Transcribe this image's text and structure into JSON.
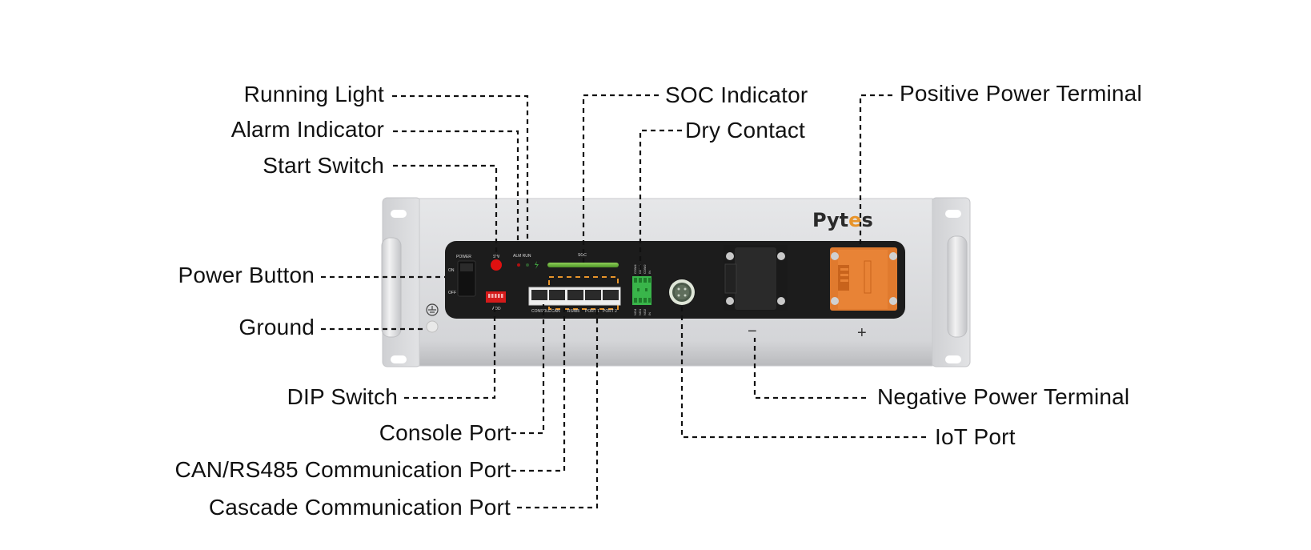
{
  "product": {
    "brand": "Pytes",
    "brand_accent_color": "#e8942a",
    "panel": {
      "power_label": "POWER",
      "power_on_label": "ON",
      "power_off_label": "OFF",
      "sw_label": "SW",
      "alm_run_label": "ALM RUN",
      "soc_label": "SOC",
      "add_label": "ADD",
      "port_labels": [
        "CONSOLE",
        "CAN",
        "RS485",
        "PORT 1",
        "PORT 2"
      ],
      "dry_contact_top_labels": [
        "COM4",
        "COM1",
        "COM2",
        "IN"
      ],
      "dry_contact_bottom_labels": [
        "NO4",
        "NO1",
        "NO2",
        "IN"
      ],
      "negative_mark": "−",
      "positive_mark": "+"
    },
    "colors": {
      "chassis": "#d9dadc",
      "panel": "#1e1e1e",
      "start_switch": "#e01010",
      "dip_switch": "#d41a1a",
      "soc_bar": "#6ab23a",
      "dry_contact": "#39b54a",
      "positive_terminal": "#e07a2e",
      "cascade_frame": "#e8942a"
    }
  },
  "callouts": {
    "running_light": "Running Light",
    "alarm_indicator": "Alarm Indicator",
    "start_switch": "Start Switch",
    "power_button": "Power Button",
    "ground": "Ground",
    "dip_switch": "DIP Switch",
    "console_port": "Console Port",
    "can_rs485_port": "CAN/RS485 Communication Port",
    "cascade_port": "Cascade Communication Port",
    "soc_indicator": "SOC Indicator",
    "dry_contact": "Dry Contact",
    "positive_terminal": "Positive Power Terminal",
    "negative_terminal": "Negative Power Terminal",
    "iot_port": "IoT Port"
  }
}
